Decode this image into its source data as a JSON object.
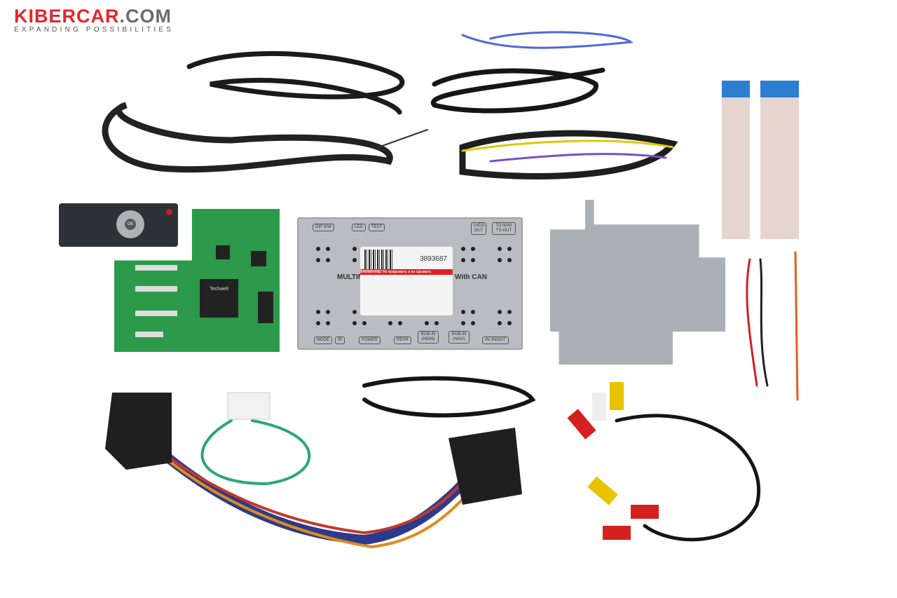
{
  "logo": {
    "brand_red": "KIBERCAR",
    "brand_gray": ".COM",
    "tagline": "EXPANDING POSSIBILITIES",
    "red": "#e3262b",
    "gray": "#6b6b6b"
  },
  "interface_box": {
    "top_labels": [
      "DIP S/W",
      "LED",
      "TEST",
      "LVDS OUT",
      "TO NAVI TS-OUT"
    ],
    "bottom_labels": [
      "MODE",
      "IR",
      "POWER",
      "REAR",
      "RGB-IN (HDMI)",
      "RGB-IN (NAVI)",
      "AV IN/OUT"
    ],
    "model_left": "MULTIM",
    "model_right": "With CAN",
    "sticker_serial": "3893687",
    "sticker_warning": "ВНИМАНИЕ! Не вскрывать и не срывать"
  },
  "pcb": {
    "chip_label": "Techwell"
  },
  "remote": {
    "ok_label": "OK"
  }
}
